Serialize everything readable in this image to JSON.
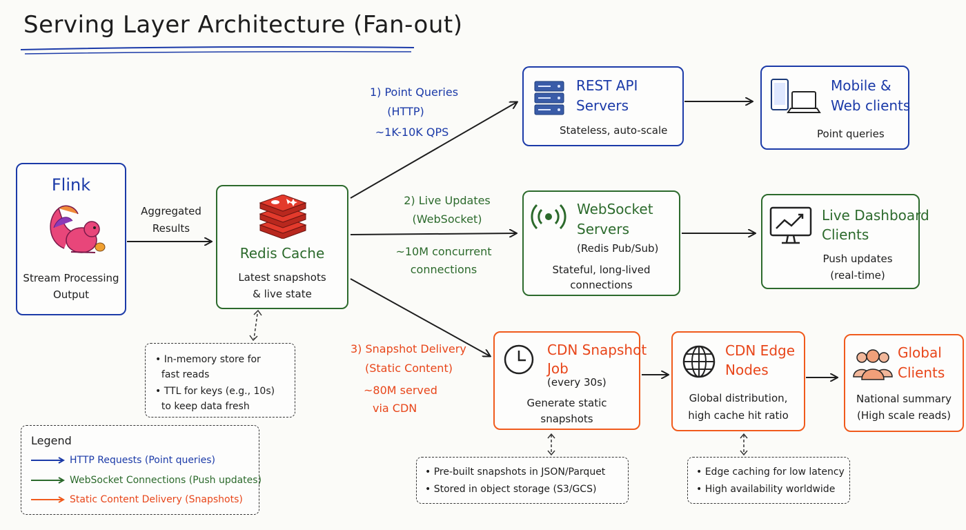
{
  "title": "Serving Layer Architecture (Fan-out)",
  "flink": {
    "name": "Flink",
    "lines": [
      "Stream Processing",
      "Output"
    ]
  },
  "edge_flink_redis": [
    "Aggregated",
    "Results"
  ],
  "redis": {
    "name": "Redis Cache",
    "lines": [
      "Latest snapshots",
      "& live state"
    ]
  },
  "redis_note": [
    "• In-memory store for",
    "  fast reads",
    "• TTL for keys (e.g., 10s)",
    "  to keep data fresh"
  ],
  "path1": {
    "lines": [
      "1) Point Queries",
      "(HTTP)",
      "~1K-10K QPS"
    ]
  },
  "path2": {
    "lines": [
      "2) Live Updates",
      "(WebSocket)",
      "~10M concurrent",
      "connections"
    ]
  },
  "path3": {
    "lines": [
      "3) Snapshot Delivery",
      "(Static Content)",
      "~80M served",
      "via CDN"
    ]
  },
  "rest": {
    "name": [
      "REST API",
      "Servers"
    ],
    "desc": "Stateless, auto-scale"
  },
  "mobile": {
    "name": [
      "Mobile &",
      "Web clients"
    ],
    "desc": "Point queries"
  },
  "ws": {
    "name": [
      "WebSocket",
      "Servers"
    ],
    "sub": "(Redis Pub/Sub)",
    "desc": [
      "Stateful, long-lived",
      "connections"
    ]
  },
  "dash": {
    "name": [
      "Live Dashboard",
      "Clients"
    ],
    "desc": [
      "Push updates",
      "(real-time)"
    ]
  },
  "cdnjob": {
    "name": [
      "CDN Snapshot",
      "Job"
    ],
    "sub": "(every 30s)",
    "desc": [
      "Generate static",
      "snapshots"
    ]
  },
  "cdnjob_note": [
    "• Pre-built snapshots in JSON/Parquet",
    "• Stored in object storage (S3/GCS)"
  ],
  "edge": {
    "name": [
      "CDN Edge",
      "Nodes"
    ],
    "desc": [
      "Global distribution,",
      "high cache hit ratio"
    ]
  },
  "edge_note": [
    "• Edge caching for low latency",
    "• High availability worldwide"
  ],
  "global": {
    "name": [
      "Global",
      "Clients"
    ],
    "desc": [
      "National summary",
      "(High scale reads)"
    ]
  },
  "legend": {
    "title": "Legend",
    "items": [
      {
        "label": "HTTP Requests (Point queries)",
        "color": "#1b3aa8"
      },
      {
        "label": "WebSocket Connections (Push updates)",
        "color": "#2c6a2c"
      },
      {
        "label": "Static Content Delivery (Snapshots)",
        "color": "#f05a1c"
      }
    ]
  },
  "icons": [
    "squirrel-icon",
    "redis-icon",
    "server-rack-icon",
    "devices-icon",
    "broadcast-icon",
    "monitor-chart-icon",
    "clock-icon",
    "globe-icon",
    "people-icon"
  ]
}
